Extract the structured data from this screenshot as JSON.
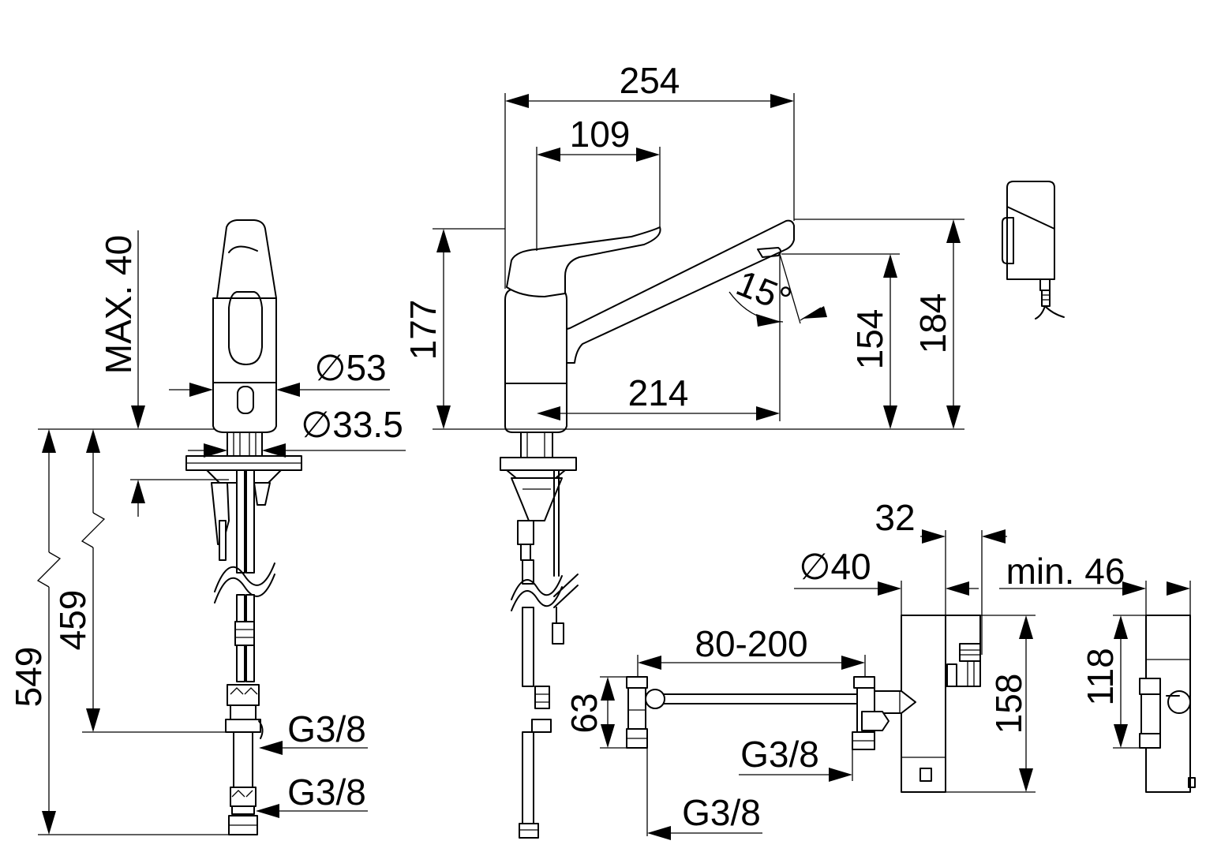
{
  "dimensions": {
    "width_254": "254",
    "width_109": "109",
    "height_177": "177",
    "angle_15": "15°",
    "height_154": "154",
    "height_184": "184",
    "reach_214": "214",
    "max_40": "MAX. 40",
    "dia_53": "∅53",
    "dia_33_5": "∅33.5",
    "height_549": "549",
    "height_459": "459",
    "thread_g38_a": "G3/8",
    "thread_g38_b": "G3/8",
    "thread_g38_c": "G3/8",
    "thread_g38_d": "G3/8",
    "width_32": "32",
    "dia_40": "∅40",
    "min_46": "min. 46",
    "range_80_200": "80-200",
    "height_63": "63",
    "height_158": "158",
    "height_118": "118"
  }
}
